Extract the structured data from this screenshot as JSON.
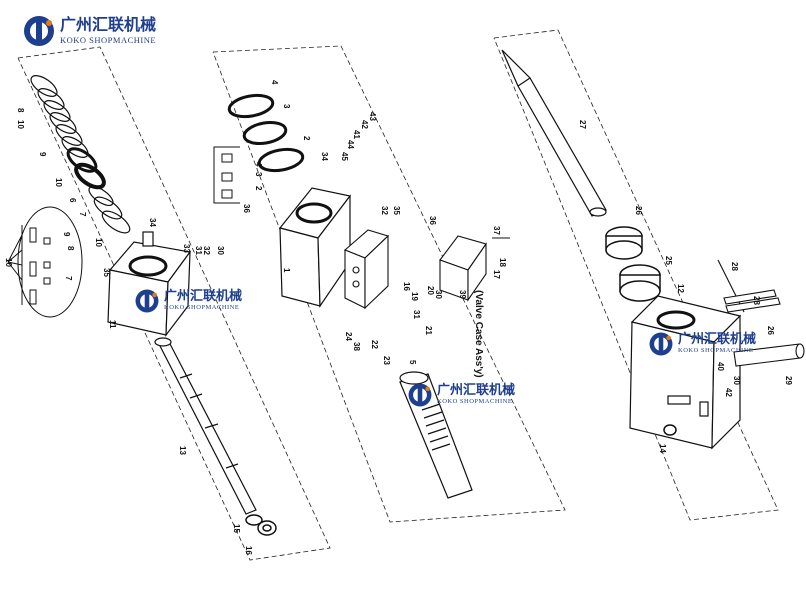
{
  "brand": {
    "name_cn": "广州汇联机械",
    "name_en": "KOKO SHOPMACHINE",
    "colors": {
      "blue": "#1e3f8f",
      "orange": "#e07a1e"
    }
  },
  "labels": {
    "cylinder": [
      "10",
      "8",
      "9",
      "10",
      "6",
      "7",
      "10",
      "10",
      "8",
      "9",
      "7",
      "34",
      "31",
      "32",
      "33",
      "30",
      "35",
      "11",
      "13",
      "15",
      "16"
    ],
    "body": [
      "4",
      "3",
      "2",
      "1",
      "4",
      "3",
      "2",
      "36",
      "34",
      "43",
      "42",
      "41",
      "44",
      "45",
      "35",
      "32",
      "36",
      "37",
      "18",
      "17",
      "16",
      "19",
      "20",
      "30",
      "31",
      "21",
      "22",
      "23",
      "24",
      "38",
      "39",
      "5"
    ],
    "valve_caption": "(Valve Case Ass'y)",
    "front": [
      "27",
      "26",
      "25",
      "12",
      "28",
      "28",
      "26",
      "30",
      "29",
      "40",
      "42",
      "14"
    ]
  }
}
